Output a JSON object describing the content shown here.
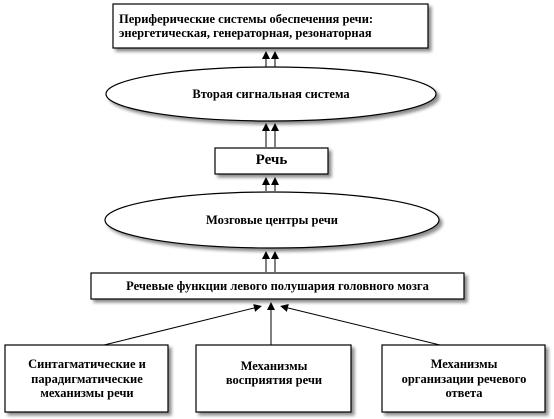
{
  "diagram": {
    "peripheral_systems": "Периферические системы обеспечения речи: энергетическая, генераторная, резонаторная",
    "second_signal_system": "Вторая сигнальная система",
    "speech": "Речь",
    "brain_speech_centers": "Мозговые центры речи",
    "left_hemisphere_functions": "Речевые функции левого полушария головного мозга",
    "syntagmatic_mechanisms": "Синтагматические и парадигматические механизмы речи",
    "perception_mechanisms": "Механизмы восприятия речи",
    "response_mechanisms": "Механизмы организации речевого ответа"
  }
}
